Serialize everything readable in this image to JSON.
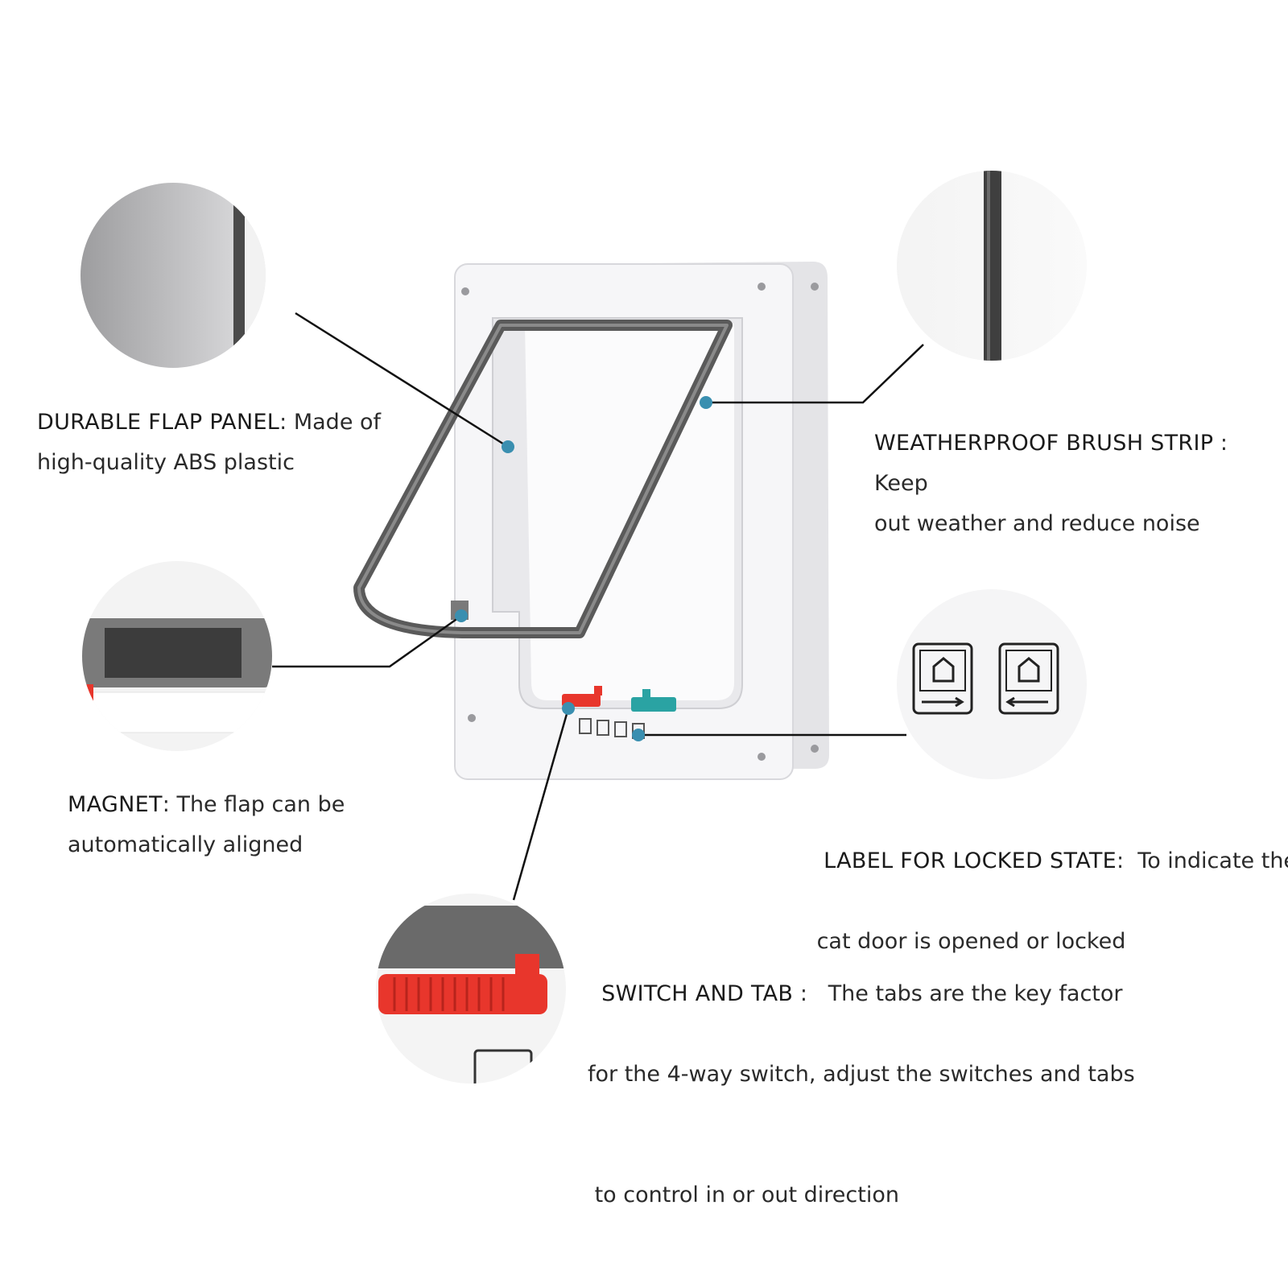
{
  "callouts": {
    "flap_panel": {
      "title": "DURABLE FLAP PANEL",
      "sep": ": ",
      "desc1": "Made of",
      "desc2": "high-quality ABS plastic",
      "icon": "flap-panel-closeup"
    },
    "brush_strip": {
      "title": "WEATHERPROOF BRUSH STRIP",
      "sep": " :  ",
      "desc1": "Keep",
      "desc2": "out weather and reduce noise",
      "icon": "brush-strip-closeup"
    },
    "magnet": {
      "title": "MAGNET",
      "sep": ":  ",
      "desc1": "The flap can be",
      "desc2": "automatically aligned",
      "icon": "magnet-closeup"
    },
    "locked_label": {
      "title": "LABEL FOR LOCKED STATE",
      "sep": ":  ",
      "desc1": "To indicate the",
      "desc2": " cat door is opened or locked",
      "icon": "lock-state-label-closeup"
    },
    "switch_tab": {
      "title": "SWITCH AND TAB",
      "sep": " :   ",
      "desc1": "The tabs are the key factor",
      "desc2": "for the 4-way switch, adjust the switches and tabs",
      "desc3": " to control in or out direction",
      "icon": "switch-tab-closeup"
    }
  },
  "colors": {
    "frame": "#f4f4f6",
    "frame_shadow": "#dcdce0",
    "brush": "#5a5a5a",
    "switch_red": "#e8362c",
    "tab_teal": "#2aa3a3",
    "dot": "#3a8fb0",
    "line": "#111111"
  }
}
